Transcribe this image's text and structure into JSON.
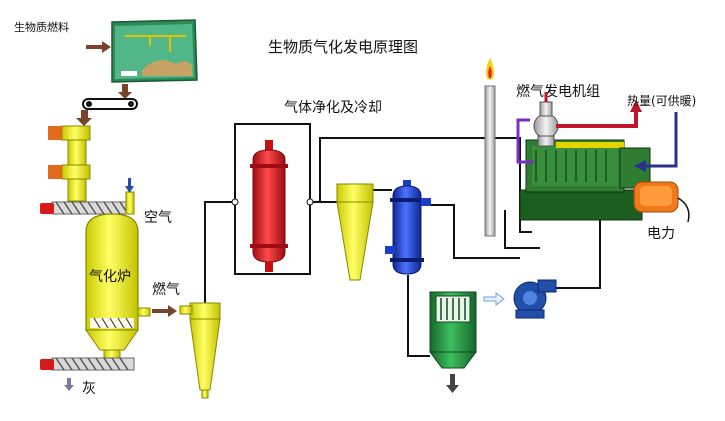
{
  "title": "生物质气化发电原理图",
  "labels": {
    "fuel": "生物质燃料",
    "air": "空气",
    "gasifier": "气化炉",
    "fuel_gas": "燃气",
    "ash": "灰",
    "purify_cool": "气体净化及冷却",
    "genset": "燃气发电机组",
    "heat": "热量(可供暖)",
    "power": "电力"
  },
  "colors": {
    "vessel_yellow": "#f4f400",
    "vessel_red": "#e1141d",
    "vessel_blue": "#1a3fc9",
    "vessel_green": "#1f8f3c",
    "arrow_brown": "#7a4228",
    "fan_blue": "#1f4fa8",
    "gen_green": "#2e7d32",
    "motor_orange": "#f07a1a",
    "heat_arrow_red": "#c0142a",
    "heat_arrow_purple": "#7a2fbe"
  }
}
